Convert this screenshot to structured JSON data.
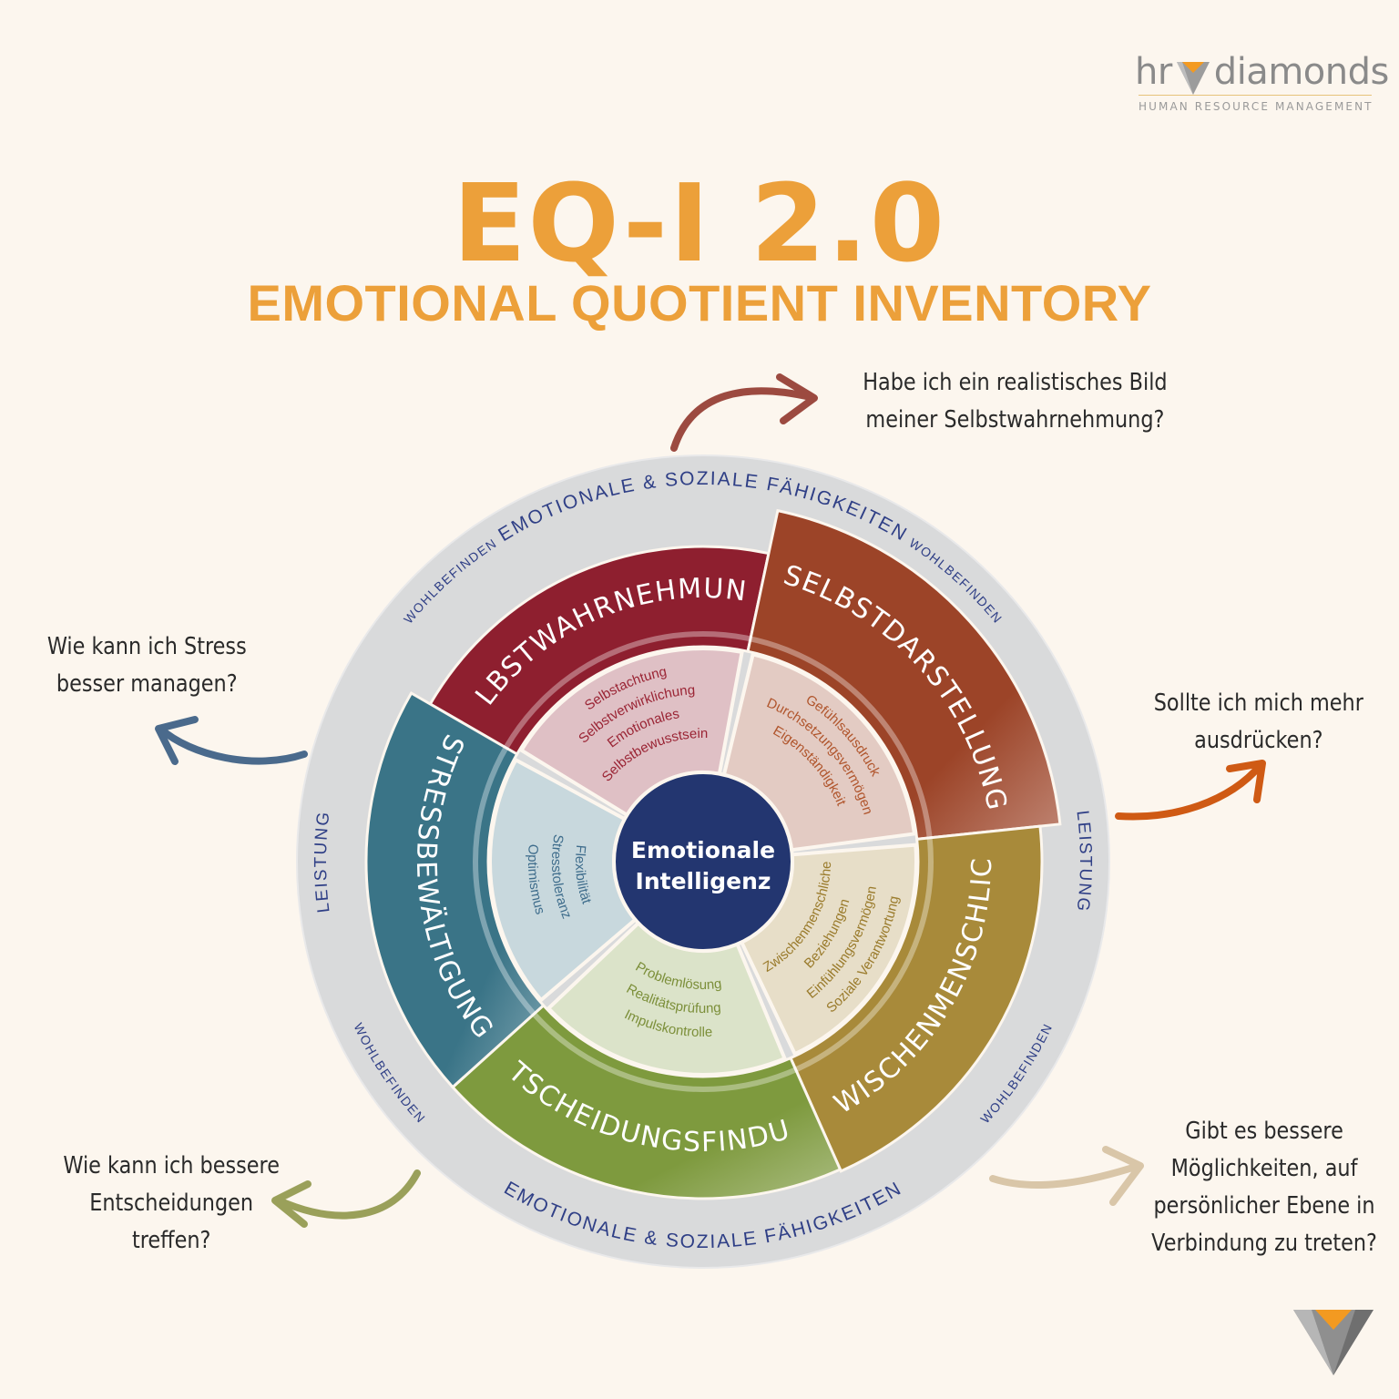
{
  "brand": {
    "name_left": "hr",
    "name_right": "diamonds",
    "tagline": "HUMAN RESOURCE MANAGEMENT",
    "accent_color": "#f39a21"
  },
  "header": {
    "title": "EQ-I 2.0",
    "subtitle": "EMOTIONAL QUOTIENT INVENTORY"
  },
  "wheel": {
    "center_line1": "Emotionale",
    "center_line2": "Intelligenz",
    "outer_top": "EMOTIONALE & SOZIALE FÄHIGKEITEN",
    "outer_bottom": "EMOTIONALE & SOZIALE FÄHIGKEITEN",
    "ring_label_wellbeing": "WOHLBEFINDEN",
    "ring_label_performance": "LEISTUNG",
    "segments": [
      {
        "name": "SELBSTWAHRNEHMUNG",
        "color": "#8e1f2f",
        "skills": [
          "Selbstachtung",
          "Selbstverwirklichung",
          "Emotionales",
          "Selbstbewusstsein"
        ]
      },
      {
        "name": "SELBSTDARSTELLUNG",
        "color": "#9c4428",
        "skills": [
          "Gefühlsausdruck",
          "Durchsetzungsvermögen",
          "Eigenständigkeit"
        ]
      },
      {
        "name": "ZWISCHENMENSCHLICH",
        "color": "#a88a3a",
        "skills": [
          "Zwischenmenschliche",
          "Beziehungen",
          "Einfühlungsvermögen",
          "Soziale Verantwortung"
        ]
      },
      {
        "name": "ENTSCHEIDUNGSFINDUNG",
        "color": "#7e9a3e",
        "skills": [
          "Problemlösung",
          "Realitätsprüfung",
          "Impulskontrolle"
        ]
      },
      {
        "name": "STRESSBEWÄLTIGUNG",
        "color": "#3a7487",
        "skills": [
          "Flexibilität",
          "Stresstoleranz",
          "Optimismus"
        ]
      }
    ]
  },
  "questions": {
    "top": [
      "Habe ich ein realistisches Bild",
      "meiner Selbstwahrnehmung?"
    ],
    "left": [
      "Wie kann ich Stress",
      "besser managen?"
    ],
    "right": [
      "Sollte ich mich mehr",
      "ausdrücken?"
    ],
    "bottom_left": [
      "Wie kann ich bessere",
      "Entscheidungen",
      "treffen?"
    ],
    "bottom_right": [
      "Gibt es bessere",
      "Möglichkeiten, auf",
      "persönlicher Ebene in",
      "Verbindung zu treten?"
    ]
  },
  "arrow_colors": {
    "top": "#9c4a40",
    "left": "#4a6a8c",
    "right": "#cf5a14",
    "bottom_left": "#9aa05a",
    "bottom_right": "#d9c6a8"
  }
}
